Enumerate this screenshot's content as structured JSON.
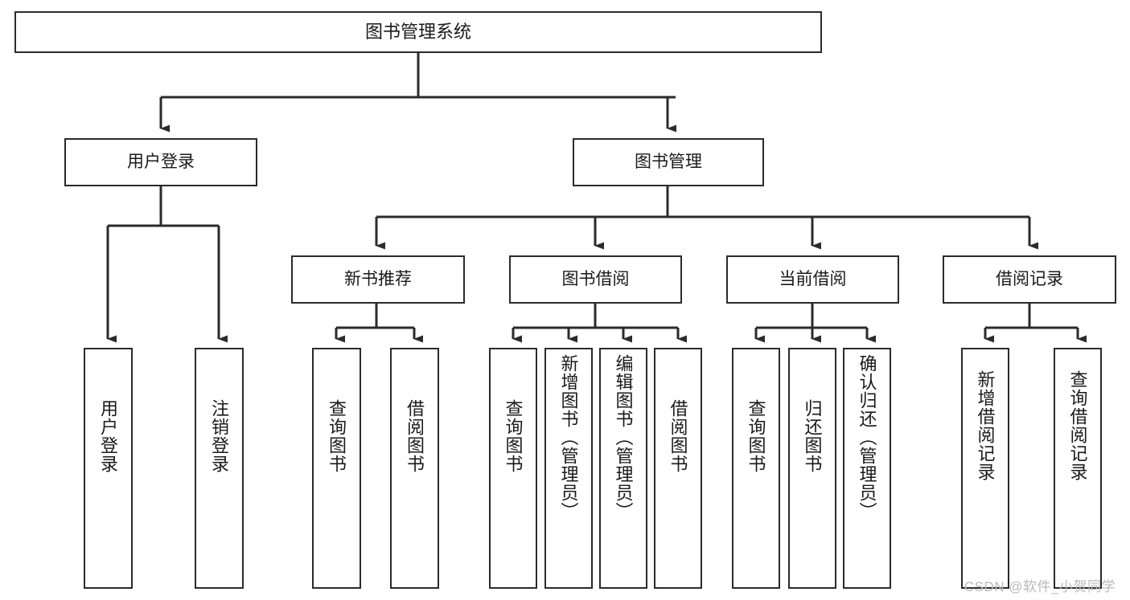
{
  "diagram": {
    "type": "tree-hierarchy",
    "title": "图书管理系统",
    "watermark": "CSDN @软件_小贺同学",
    "colors": {
      "border": "#2b2b2b",
      "background": "#ffffff",
      "text": "#1a1a1a",
      "watermark": "#b9b9b9"
    },
    "nodes": {
      "root": {
        "label": "图书管理系统"
      },
      "level2": [
        {
          "label": "用户登录"
        },
        {
          "label": "图书管理"
        }
      ],
      "level3": [
        {
          "label": "新书推荐"
        },
        {
          "label": "图书借阅"
        },
        {
          "label": "当前借阅"
        },
        {
          "label": "借阅记录"
        }
      ],
      "leaves": {
        "user_login": [
          {
            "label": "用户登录"
          },
          {
            "label": "注销登录"
          }
        ],
        "new_book_recommend": [
          {
            "label": "查询图书"
          },
          {
            "label": "借阅图书"
          }
        ],
        "book_borrow": [
          {
            "label": "查询图书"
          },
          {
            "label": "新增图书（管理员）"
          },
          {
            "label": "编辑图书（管理员）"
          },
          {
            "label": "借阅图书"
          }
        ],
        "current_borrow": [
          {
            "label": "查询图书"
          },
          {
            "label": "归还图书"
          },
          {
            "label": "确认归还（管理员）"
          }
        ],
        "borrow_record": [
          {
            "label": "新增借阅记录"
          },
          {
            "label": "查询借阅记录"
          }
        ]
      }
    }
  }
}
